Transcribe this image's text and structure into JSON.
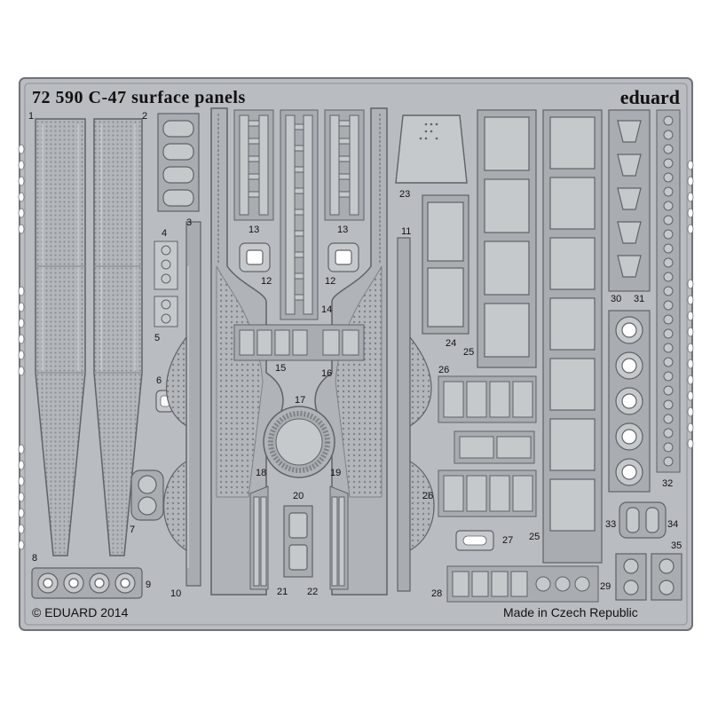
{
  "fret": {
    "title": "72 590  C-47 surface panels",
    "brand": "eduard",
    "copyright": "© EDUARD 2014",
    "made_in": "Made in Czech Republic",
    "metal_color": "#b9bcc0",
    "edge_color": "#6f7378",
    "background_color": "#ffffff"
  },
  "part_labels": [
    "1",
    "2",
    "3",
    "4",
    "5",
    "6",
    "7",
    "8",
    "9",
    "10",
    "11",
    "12",
    "12",
    "13",
    "13",
    "14",
    "15",
    "16",
    "17",
    "18",
    "19",
    "20",
    "21",
    "22",
    "23",
    "24",
    "25",
    "25",
    "26",
    "26",
    "27",
    "28",
    "29",
    "30",
    "31",
    "32",
    "33",
    "34",
    "35"
  ]
}
